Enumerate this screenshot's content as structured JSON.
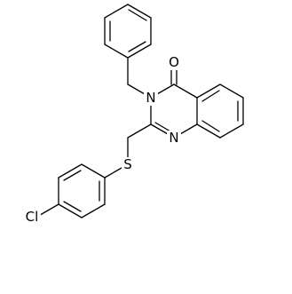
{
  "molecule": {
    "atoms": [
      {
        "id": "O",
        "label": "O"
      },
      {
        "id": "N3",
        "label": "N"
      },
      {
        "id": "N1",
        "label": "N"
      },
      {
        "id": "S",
        "label": "S"
      },
      {
        "id": "Cl",
        "label": "Cl"
      }
    ]
  },
  "colors": {
    "bond": "#000000",
    "label": "#000000",
    "background": "#ffffff"
  }
}
